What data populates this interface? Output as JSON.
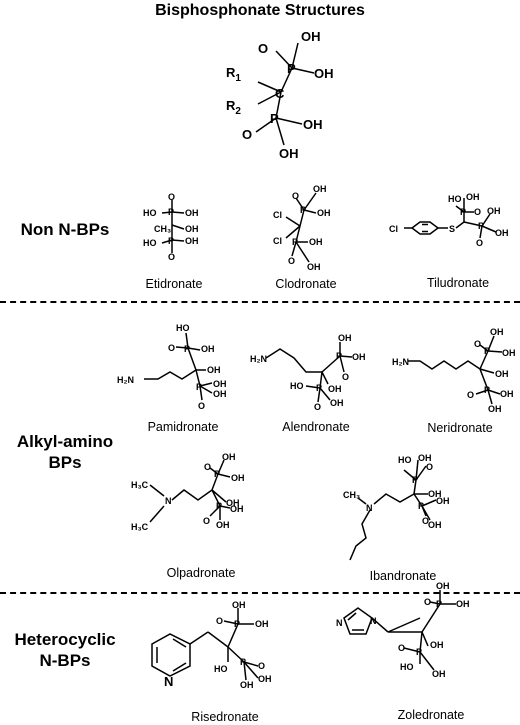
{
  "title": "Bisphosphonate Structures",
  "sections": {
    "non_nbp": "Non N-BPs",
    "alkyl_amino_line1": "Alkyl-amino",
    "alkyl_amino_line2": "BPs",
    "heterocyclic_line1": "Heterocyclic",
    "heterocyclic_line2": "N-BPs"
  },
  "drugs": {
    "etidronate": "Etidronate",
    "clodronate": "Clodronate",
    "tiludronate": "Tiludronate",
    "pamidronate": "Pamidronate",
    "alendronate": "Alendronate",
    "neridronate": "Neridronate",
    "olpadronate": "Olpadronate",
    "ibandronate": "Ibandronate",
    "risedronate": "Risedronate",
    "zoledronate": "Zoledronate"
  },
  "atoms": {
    "R1": "R",
    "R1_sub": "1",
    "R2": "R",
    "R2_sub": "2",
    "C": "C",
    "P": "P",
    "O": "O",
    "OH": "OH",
    "HO": "HO",
    "H2N": "H₂N",
    "CH3": "CH₃",
    "H3C": "H₃C",
    "Cl": "Cl",
    "S": "S",
    "N": "N"
  }
}
